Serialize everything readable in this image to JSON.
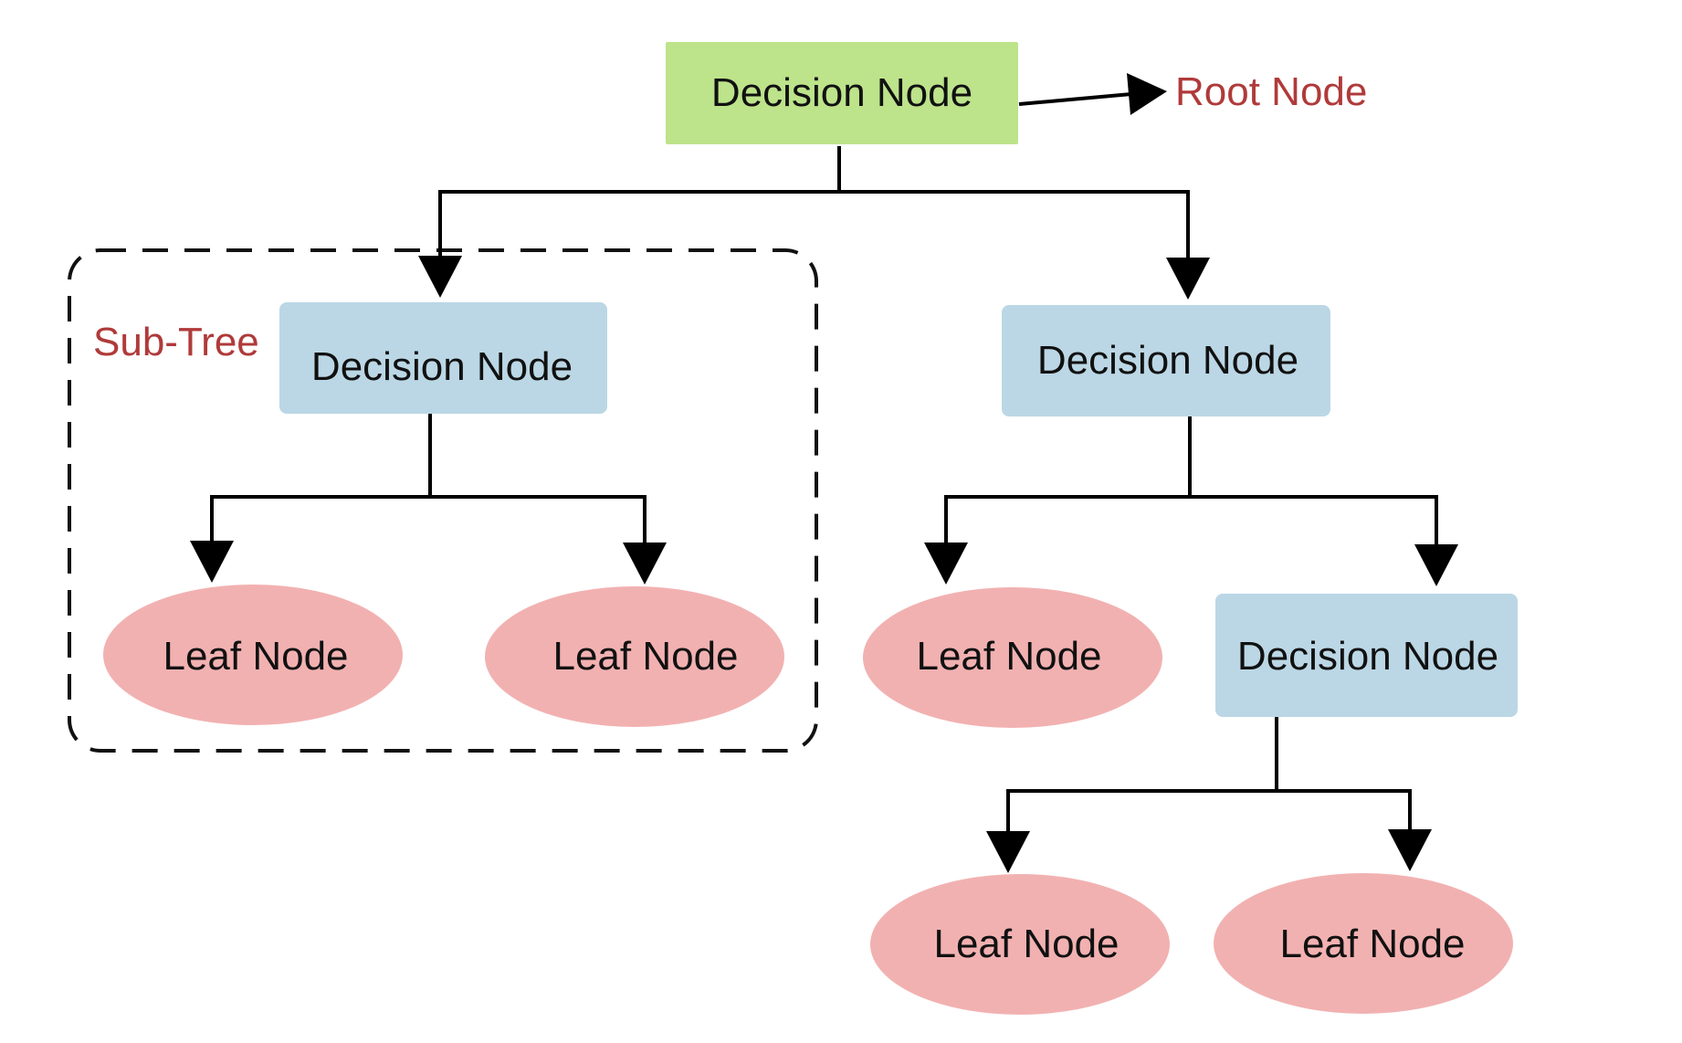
{
  "colors": {
    "root_fill": "#bde38b",
    "decision_fill": "#bbd7e5",
    "leaf_fill": "#f2b1b1",
    "annotation_text": "#b03a3a",
    "edge": "#000000"
  },
  "annotations": {
    "root_label": "Root Node",
    "subtree_label": "Sub-Tree"
  },
  "nodes": {
    "root": {
      "label": "Decision Node",
      "kind": "decision"
    },
    "left_decision": {
      "label": "Decision Node",
      "kind": "decision"
    },
    "right_decision": {
      "label": "Decision Node",
      "kind": "decision"
    },
    "right_inner_decision": {
      "label": "Decision Node",
      "kind": "decision"
    },
    "leaf_1": {
      "label": "Leaf Node",
      "kind": "leaf"
    },
    "leaf_2": {
      "label": "Leaf Node",
      "kind": "leaf"
    },
    "leaf_3": {
      "label": "Leaf Node",
      "kind": "leaf"
    },
    "leaf_4": {
      "label": "Leaf Node",
      "kind": "leaf"
    },
    "leaf_5": {
      "label": "Leaf Node",
      "kind": "leaf"
    }
  },
  "edges": [
    {
      "from": "root",
      "to": "left_decision"
    },
    {
      "from": "root",
      "to": "right_decision"
    },
    {
      "from": "left_decision",
      "to": "leaf_1"
    },
    {
      "from": "left_decision",
      "to": "leaf_2"
    },
    {
      "from": "right_decision",
      "to": "leaf_3"
    },
    {
      "from": "right_decision",
      "to": "right_inner_decision"
    },
    {
      "from": "right_inner_decision",
      "to": "leaf_4"
    },
    {
      "from": "right_inner_decision",
      "to": "leaf_5"
    }
  ]
}
